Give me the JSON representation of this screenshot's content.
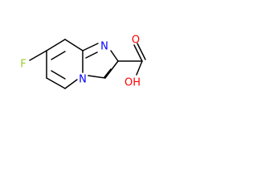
{
  "molecule": {
    "atoms": {
      "fluorine": "F",
      "ring_nitrogen_imine": "N",
      "ring_nitrogen_bridge": "N",
      "carbonyl_oxygen": "O",
      "hydroxyl": "OH"
    },
    "colors": {
      "bond": "#000000",
      "fluorine": "#9ACD32",
      "nitrogen": "#0000FF",
      "oxygen": "#FF0000"
    }
  }
}
